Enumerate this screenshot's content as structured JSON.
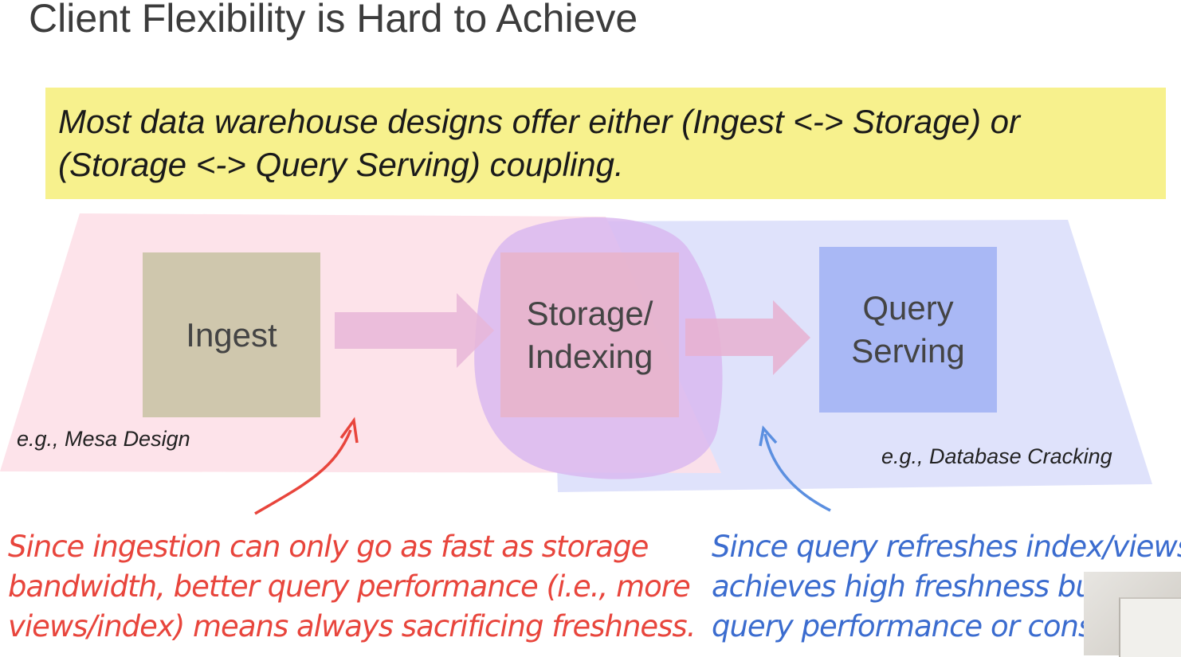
{
  "slide": {
    "title": "Client Flexibility is Hard to Achieve"
  },
  "banner": {
    "line1": "Most data warehouse designs offer either (Ingest <-> Storage) or",
    "line2": "(Storage <-> Query Serving) coupling."
  },
  "boxes": [
    {
      "label": "Ingest",
      "color": "#cfc7ad"
    },
    {
      "label_line1": "Storage/",
      "label_line2": "Indexing",
      "color": "#e9b2c4"
    },
    {
      "label_line1": "Query",
      "label_line2": "Serving",
      "color": "#a9b8f5"
    }
  ],
  "regions": {
    "left_color": "#fde0e8",
    "right_color": "#dde0fb",
    "center_color": "#d9b8f0"
  },
  "examples": {
    "left": "e.g., Mesa Design",
    "right": "e.g., Database Cracking"
  },
  "notes": {
    "left": {
      "line1": "Since ingestion can only go as fast as storage",
      "line2": "bandwidth, better query performance (i.e., more",
      "line3": "views/index) means always sacrificing freshness.",
      "color": "#e8453c"
    },
    "right": {
      "line1": "Since query refreshes index/views,",
      "line2": "achieves high freshness but s",
      "line3": "query performance or consis",
      "color": "#3b6ccf"
    }
  }
}
